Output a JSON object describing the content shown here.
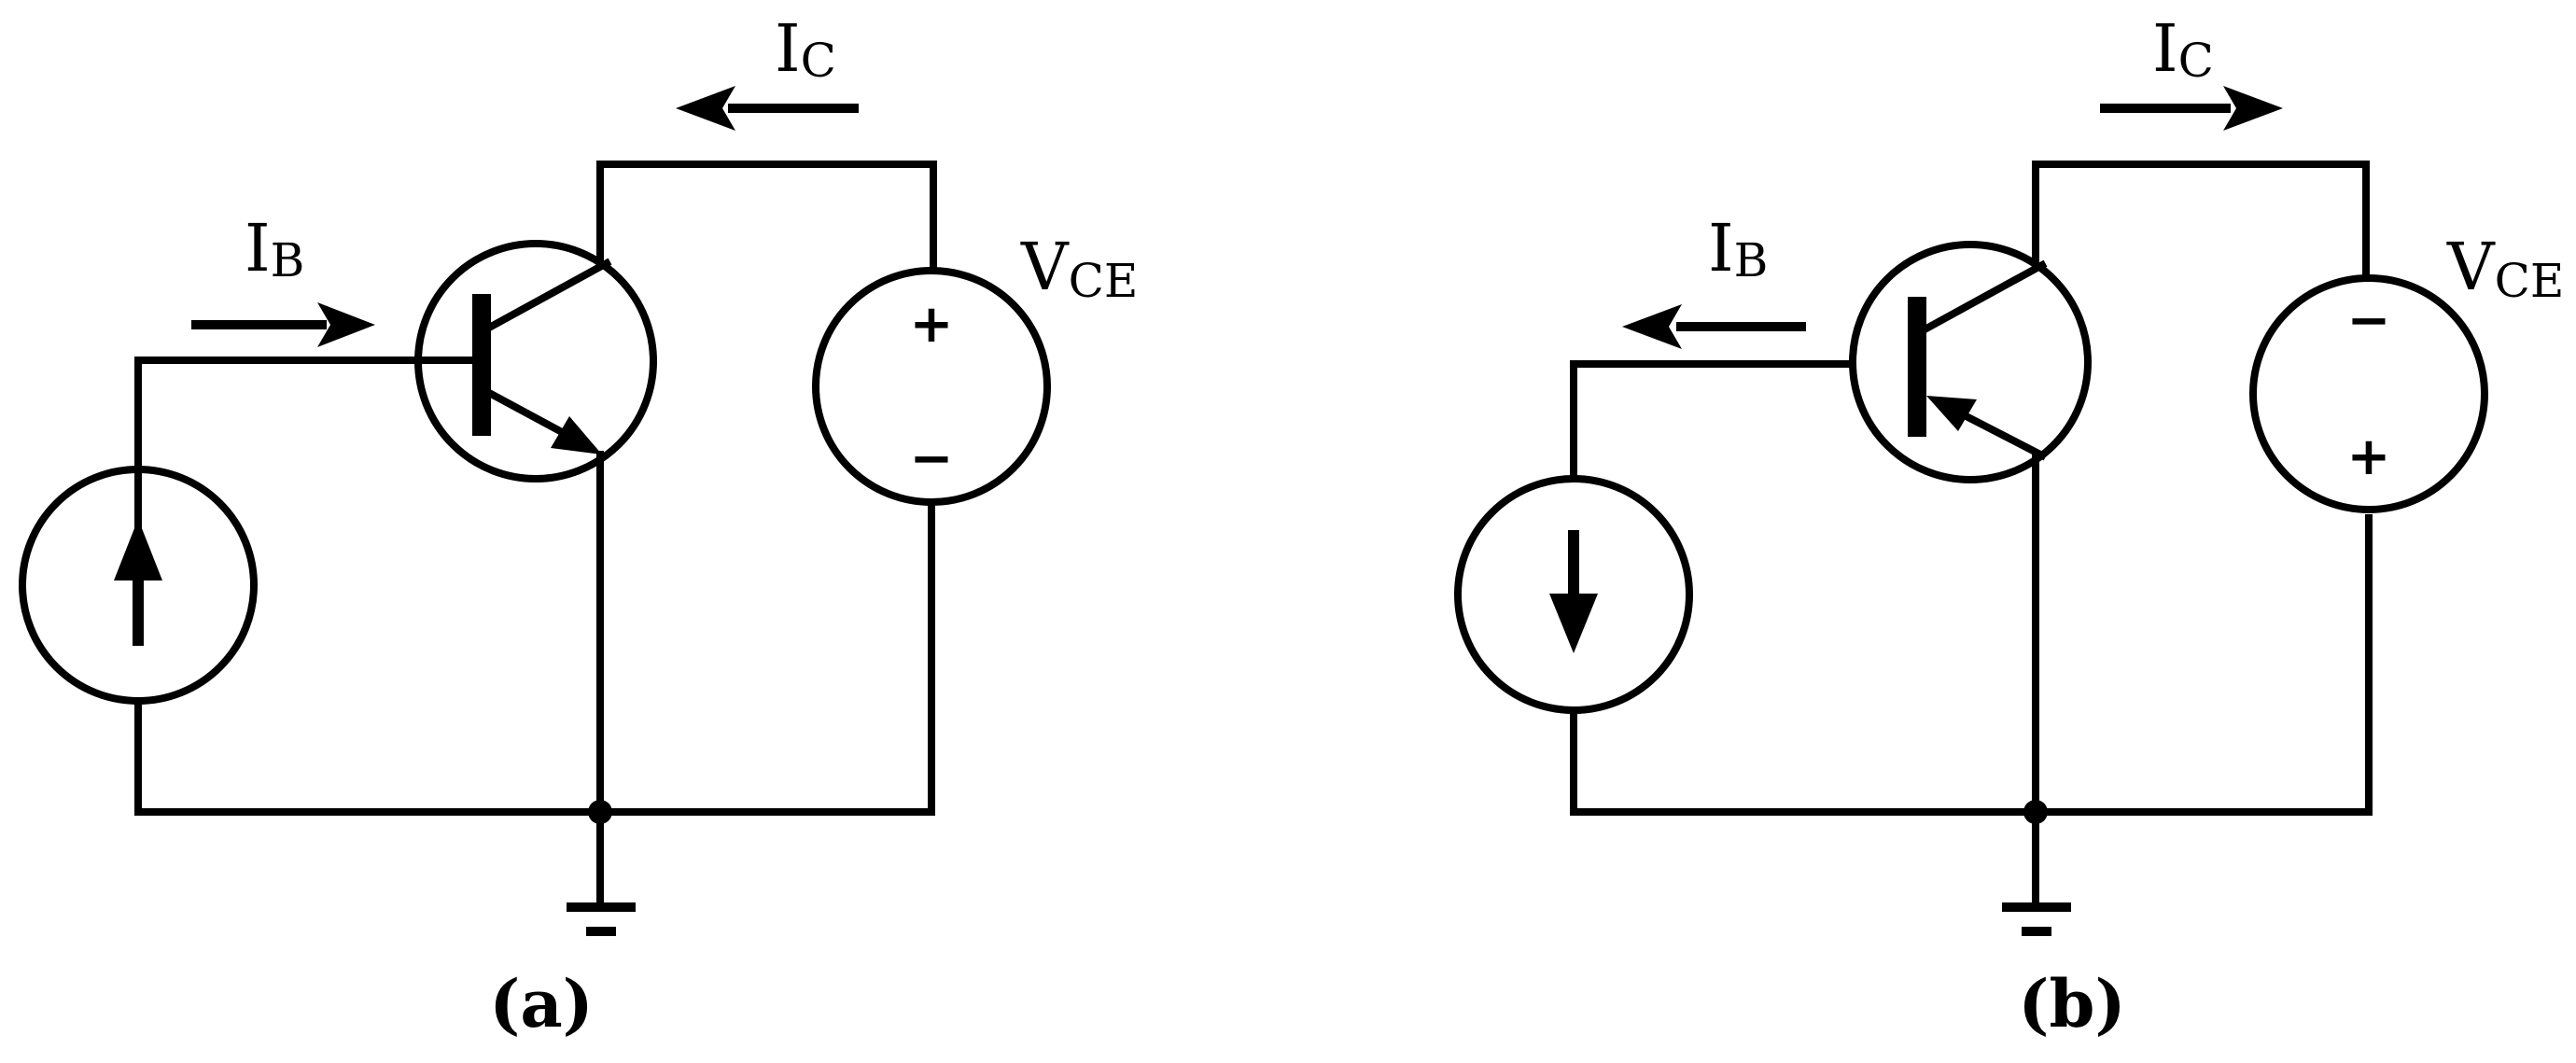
{
  "labels": {
    "ib_main": "I",
    "ib_sub": "B",
    "ic_main": "I",
    "ic_sub": "C",
    "vce_main": "V",
    "vce_sub": "CE",
    "plus": "+",
    "minus": "−"
  },
  "panels": {
    "a": {
      "caption_open": "(",
      "caption_letter": "a",
      "caption_close": ")"
    },
    "b": {
      "caption_open": "(",
      "caption_letter": "b",
      "caption_close": ")"
    }
  }
}
